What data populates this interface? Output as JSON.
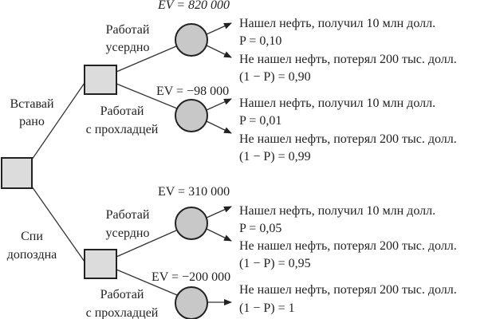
{
  "decisions": {
    "root": {
      "options": [
        {
          "label_lines": [
            "Вставай",
            "рано"
          ]
        },
        {
          "label_lines": [
            "Спи",
            "допоздна"
          ]
        }
      ]
    },
    "early": {
      "options": [
        {
          "label_lines": [
            "Работай",
            "усердно"
          ],
          "ev": "EV = 820 000"
        },
        {
          "label_lines": [
            "Работай",
            "с прохладцей"
          ],
          "ev": "EV = −98 000"
        }
      ]
    },
    "late": {
      "options": [
        {
          "label_lines": [
            "Работай",
            "усердно"
          ],
          "ev": "EV = 310 000"
        },
        {
          "label_lines": [
            "Работай",
            "с прохладцей"
          ],
          "ev": "EV = −200 000"
        }
      ]
    }
  },
  "outcomes": [
    [
      "Нашел нефть, получил 10 млн долл.",
      "P = 0,10",
      "Не нашел нефть, потерял 200 тыс. долл.",
      "(1 − P) = 0,90"
    ],
    [
      "Нашел нефть, получил 10 млн долл.",
      "P = 0,01",
      "Не нашел нефть, потерял 200 тыс. долл.",
      "(1 − P) = 0,99"
    ],
    [
      "Нашел нефть, получил 10 млн долл.",
      "P = 0,05",
      "Не нашел нефть, потерял 200 тыс. долл.",
      "(1 − P) = 0,95"
    ],
    [
      "Не нашел нефть, потерял 200 тыс. долл.",
      "(1 − P) = 1"
    ]
  ],
  "colors": {
    "decision_fill": "#dcdcdc",
    "chance_fill": "#c8c8c8",
    "stroke": "#222222"
  }
}
